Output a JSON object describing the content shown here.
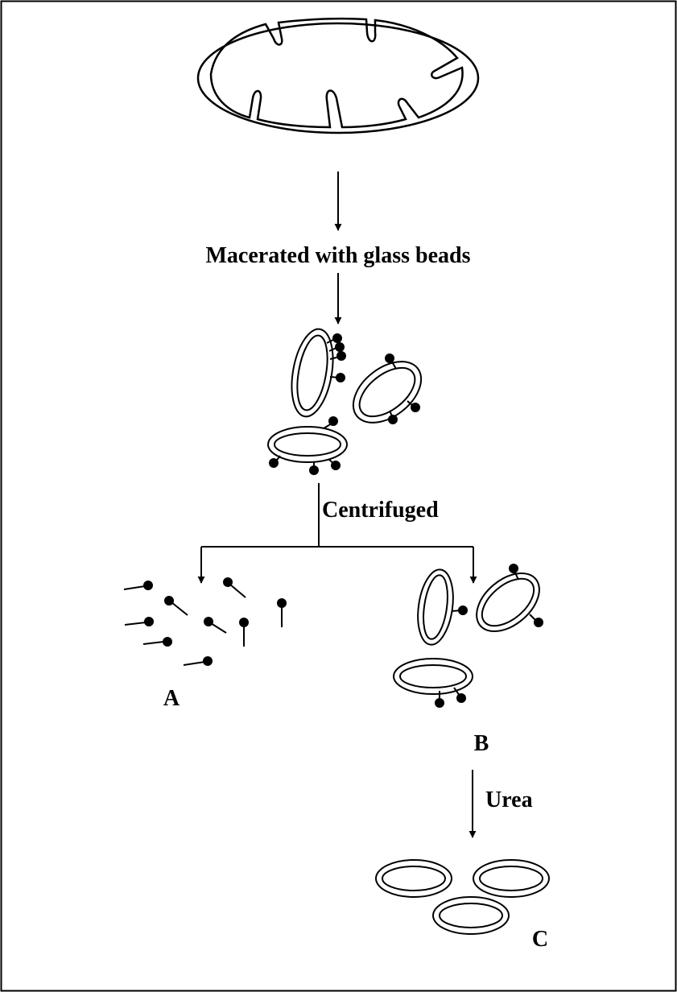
{
  "steps": {
    "macerate": "Macerated with glass beads",
    "centrifuge": "Centrifuged",
    "urea": "Urea"
  },
  "fractions": {
    "a": "A",
    "b": "B",
    "c": "C"
  },
  "colors": {
    "line": "#000000",
    "background": "#ffffff"
  }
}
